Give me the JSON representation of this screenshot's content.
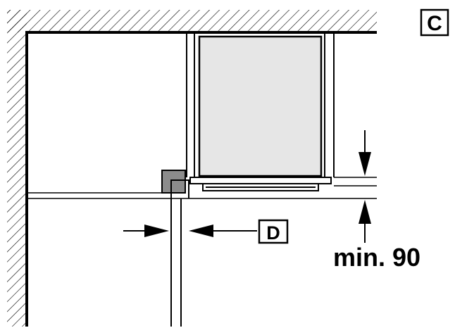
{
  "figure": {
    "panel_label": "C",
    "gap_label": "D",
    "clearance_label": "min. 90"
  },
  "colors": {
    "line": "#000000",
    "appliance_fill": "#e6e6e6",
    "block_fill": "#8c8c8c",
    "background": "#ffffff"
  }
}
